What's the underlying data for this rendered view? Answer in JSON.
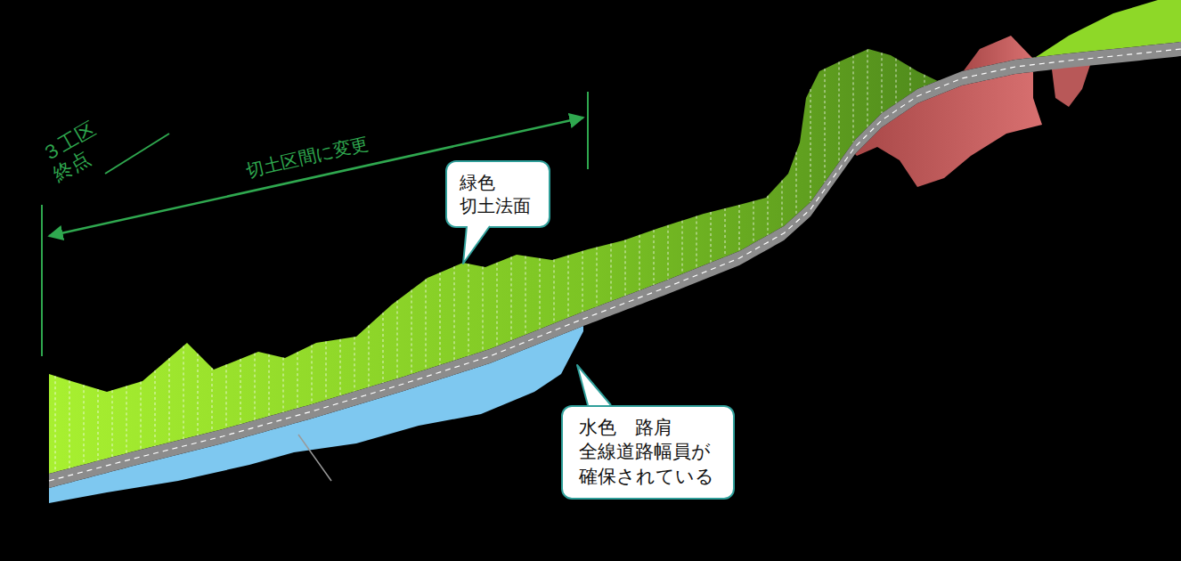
{
  "diagram": {
    "nodes": [
      {
        "text": [
          "緑色 切土法面"
        ]
      },
      {
        "text": [
          "水色　路肩 全線道路幅員が 確保されている"
        ]
      }
    ],
    "labels": [
      "３工区 終点",
      "切土区間に変更"
    ]
  }
}
